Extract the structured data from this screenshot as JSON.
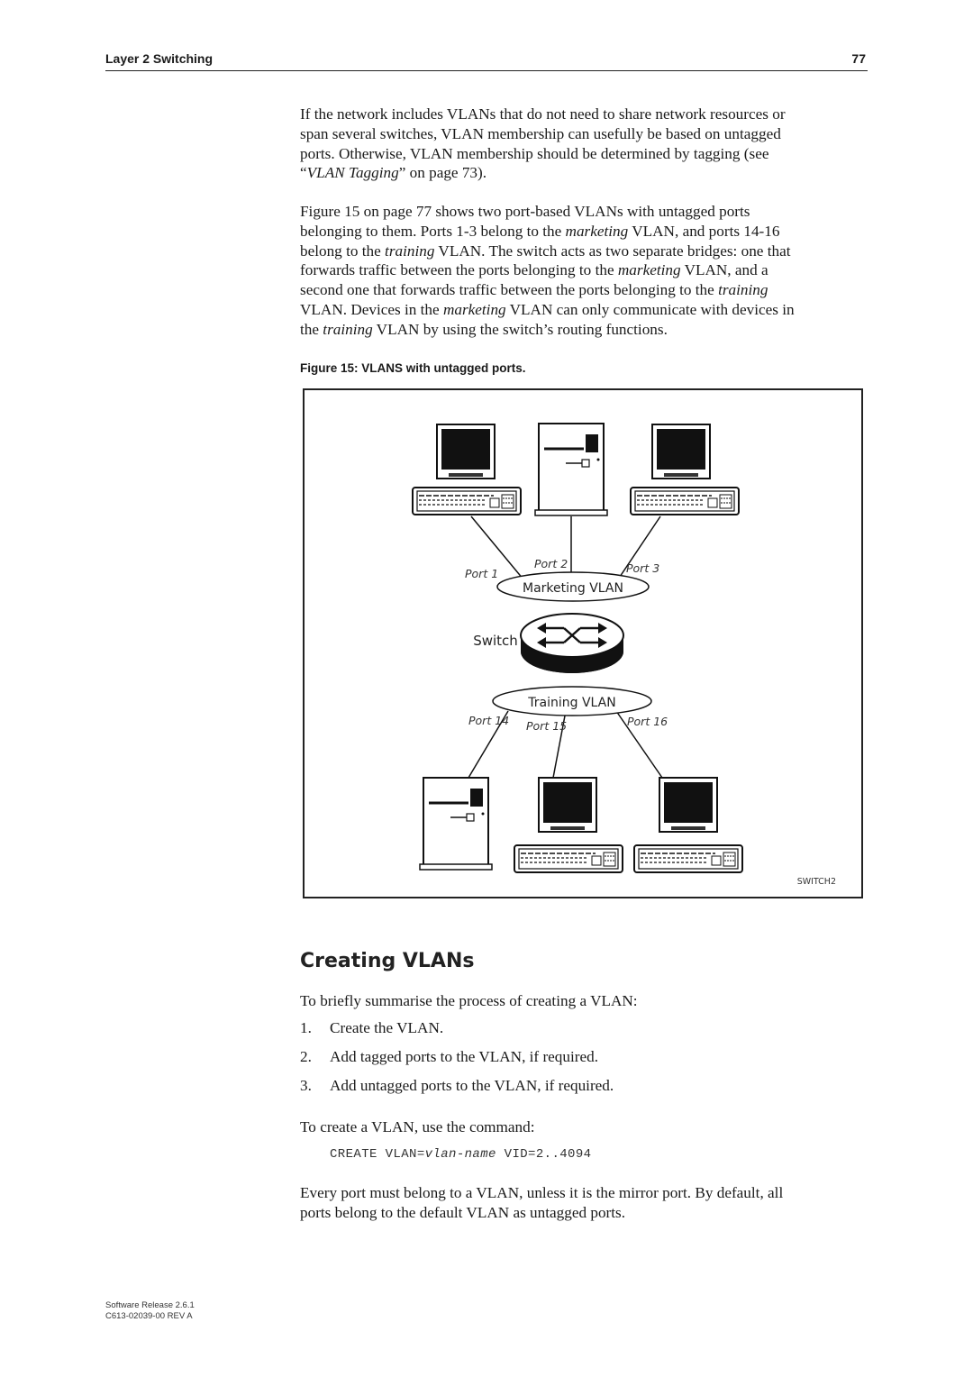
{
  "header": {
    "section": "Layer 2 Switching",
    "page_number": "77"
  },
  "paragraph1": {
    "lines": [
      "If the network includes VLANs that do not need to share network resources or",
      "span several switches, VLAN membership can usefully be based on untagged",
      "ports. Otherwise, VLAN membership should be determined by tagging (see"
    ],
    "last_open": "“",
    "last_italic": "VLAN Tagging",
    "last_close": "” on page 73)."
  },
  "paragraph2": {
    "l1": "Figure 15 on page 77 shows two port-based VLANs with untagged ports",
    "l2a": "belonging to them. Ports 1-3 belong to the ",
    "l2i": "marketing",
    "l2b": " VLAN, and ports 14-16",
    "l3a": "belong to the ",
    "l3i": "training",
    "l3b": " VLAN. The switch acts as two separate bridges: one that",
    "l4a": "forwards traffic between the ports belonging to the ",
    "l4i": "marketing",
    "l4b": " VLAN, and a",
    "l5a": "second one that forwards traffic between the ports belonging to the ",
    "l5i": "training",
    "l6a": "VLAN. Devices in the ",
    "l6i": "marketing",
    "l6b": " VLAN can only communicate with devices in",
    "l7a": "the ",
    "l7i": "training",
    "l7b": " VLAN by using the switch’s routing functions."
  },
  "figure": {
    "caption": "Figure 15: VLANS with untagged ports.",
    "labels": {
      "port1": "Port 1",
      "port2": "Port 2",
      "port3": "Port 3",
      "port14": "Port 14",
      "port15": "Port 15",
      "port16": "Port 16",
      "marketing_vlan": "Marketing VLAN",
      "training_vlan": "Training VLAN",
      "switch": "Switch",
      "figure_id": "SWITCH2"
    }
  },
  "section": {
    "heading": "Creating VLANs",
    "intro": "To briefly summarise the process of creating a VLAN:",
    "steps": [
      {
        "num": "1.",
        "text": "Create the VLAN."
      },
      {
        "num": "2.",
        "text": "Add tagged ports to the VLAN, if required."
      },
      {
        "num": "3.",
        "text": "Add untagged ports to the VLAN, if required."
      }
    ],
    "command_intro": "To create a VLAN, use the command:",
    "command_prefix": "CREATE VLAN=",
    "command_param": "vlan-name",
    "command_suffix": " VID=2..4094",
    "closing_lines": [
      "Every port must belong to a VLAN, unless it is the mirror port. By default, all",
      "ports belong to the default VLAN as untagged ports."
    ]
  },
  "footer": {
    "line1": "Software Release 2.6.1",
    "line2": "C613-02039-00 REV A"
  }
}
